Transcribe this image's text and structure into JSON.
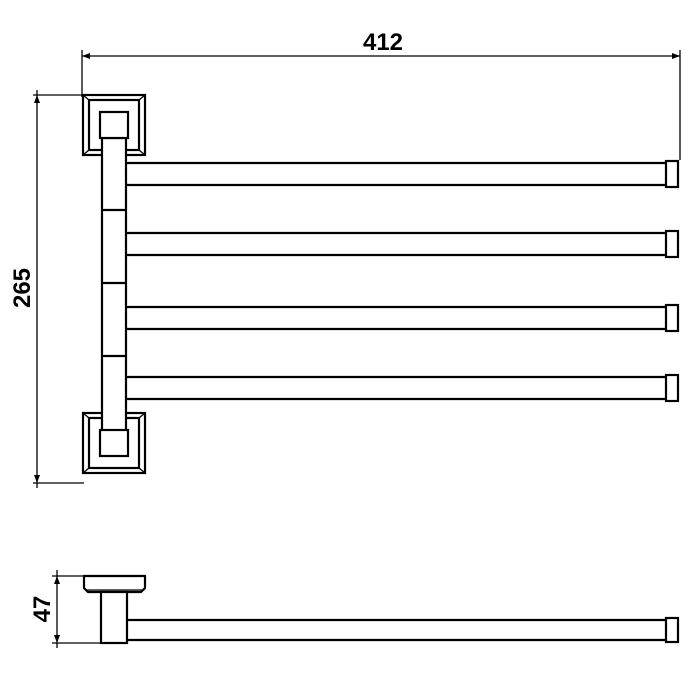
{
  "dimensions": {
    "width": "412",
    "height": "265",
    "depth": "47"
  },
  "arms_count": 4
}
